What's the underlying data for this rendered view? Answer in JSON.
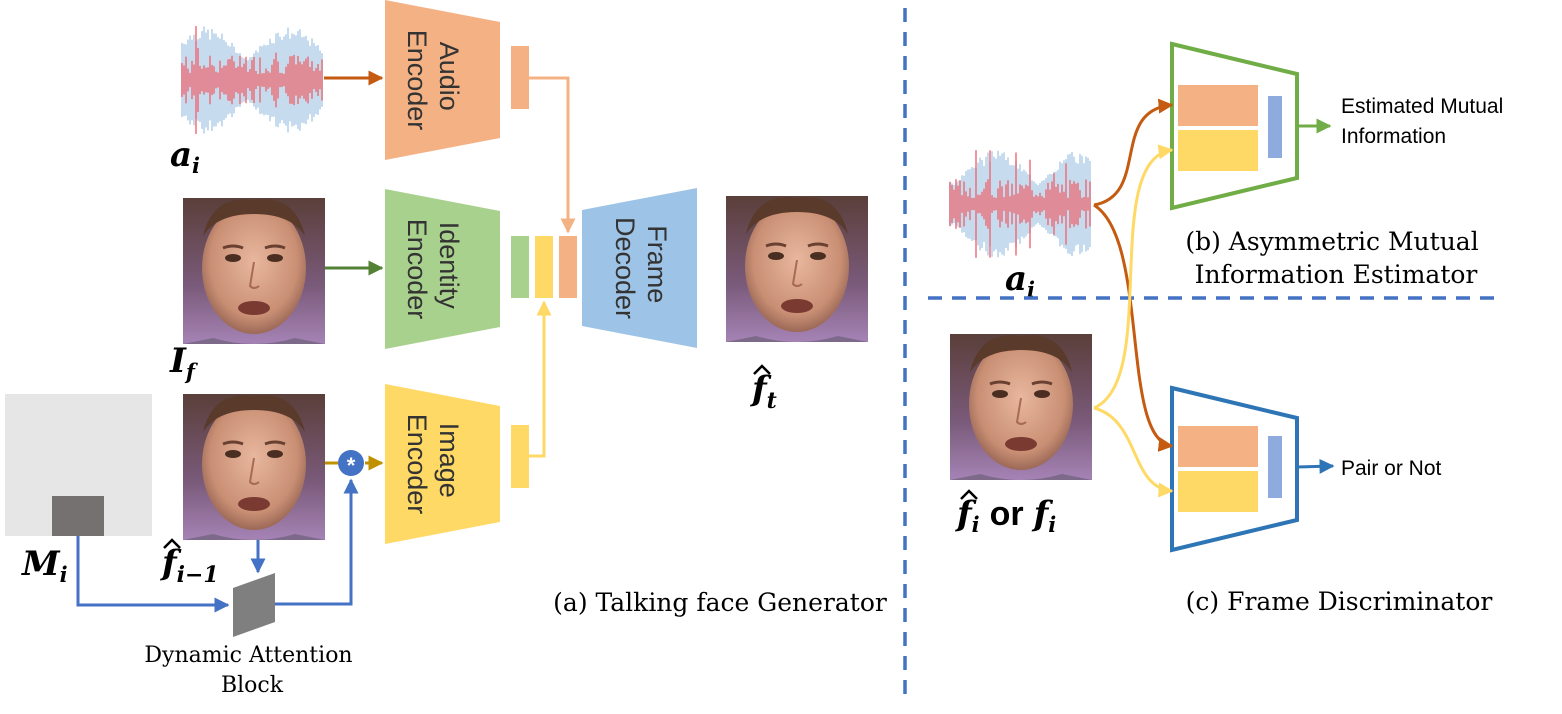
{
  "encoders": {
    "audio": [
      "Audio",
      "Encoder"
    ],
    "identity": [
      "Identity",
      "Encoder"
    ],
    "image": [
      "Image",
      "Encoder"
    ],
    "frame_decoder": [
      "Frame",
      "Decoder"
    ]
  },
  "math_labels": {
    "a_i": "a",
    "a_i_sub": "i",
    "I_f": "I",
    "I_f_sub": "f",
    "M_i": "M",
    "M_i_sub": "i",
    "f_prev": "f",
    "f_prev_sub": "i−1",
    "f_hat_t": "f",
    "f_hat_t_sub": "t",
    "a_i_right": "a",
    "a_i_right_sub": "i",
    "fi_or_fi_1": "f",
    "fi_or_fi_1_sub": "i",
    "fi_or_fi_word": "or",
    "fi_or_fi_2": "f",
    "fi_or_fi_2_sub": "i"
  },
  "captions": {
    "generator": "(a) Talking face Generator",
    "estimator_line1": "(b) Asymmetric Mutual",
    "estimator_line2": "Information Estimator",
    "discriminator": "(c) Frame Discriminator",
    "dab_line1": "Dynamic Attention",
    "dab_line2": "Block"
  },
  "outputs": {
    "mi_line1": "Estimated Mutual",
    "mi_line2": "Information",
    "pair": "Pair or Not"
  },
  "operator_symbol": "*",
  "colors": {
    "audio_enc": "#f4b183",
    "identity_enc": "#a9d18e",
    "image_enc": "#ffd966",
    "decoder": "#9dc3e6",
    "blue_arrow": "#4472c4",
    "orange_arrow": "#c55a11",
    "green_arrow": "#548235",
    "yellow_arrow": "#ffd966",
    "mask_bg": "#e7e6e6",
    "mask_box": "#767171",
    "dab": "#7f7f7f",
    "dashed": "#4472c4",
    "estimator_border": "#70ad47",
    "discriminator_border": "#2e75b6",
    "feature_blue": "#8faadc"
  }
}
